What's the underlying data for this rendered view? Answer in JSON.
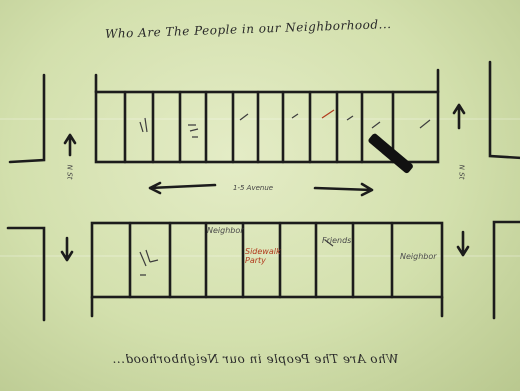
{
  "title_top": "Who Are The People in our Neighborhood...",
  "title_bottom": "Who Are The People in our Neighborhood...",
  "street_label": "1-5 Avenue",
  "cross_street_left": "N St",
  "cross_street_right": "N St",
  "lot_notes": [
    "Neighbor",
    "Sidewalk Party",
    "Friends",
    "Neighbor"
  ],
  "colors": {
    "ink": "#1c1c1c",
    "paper": "#d9e4b8",
    "red_ink": "#b23a1e"
  }
}
